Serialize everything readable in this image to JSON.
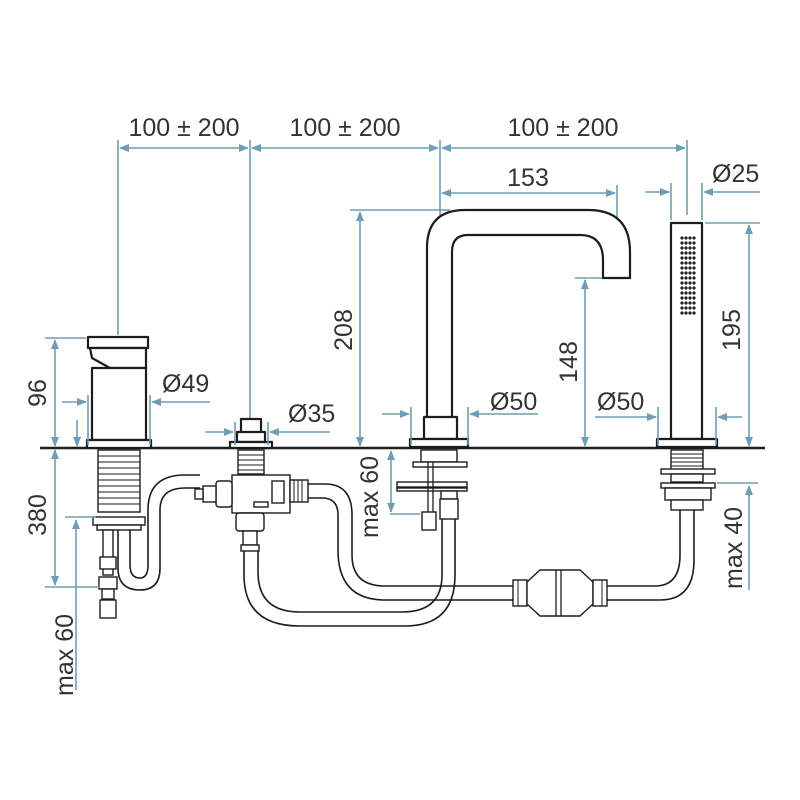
{
  "title": "Three-hole deck-mounted bath mixer with hand shower - dimension drawing",
  "colors": {
    "dimension": "#6f9db5",
    "outline": "#1d1d1d",
    "text": "#333333"
  },
  "dimensions": {
    "spacing_1": "100 ± 200",
    "spacing_2": "100 ± 200",
    "spacing_3": "100 ± 200",
    "spout_reach": "153",
    "shower_diameter": "Ø25",
    "mixer_height": "96",
    "mixer_diameter": "Ø49",
    "diverter_diameter": "Ø35",
    "spout_height": "208",
    "spout_base_diameter": "Ø50",
    "spout_outlet_height": "148",
    "shower_base_diameter": "Ø50",
    "shower_height": "195",
    "mixer_below_deck": "380",
    "mixer_max_deck": "max 60",
    "spout_max_deck": "max 60",
    "shower_max_deck": "max 40"
  },
  "components": {
    "mixer": "single-lever-mixer",
    "diverter": "diverter-valve",
    "spout": "bath-spout",
    "shower": "hand-shower",
    "counterweight": "hose-counterweight"
  }
}
